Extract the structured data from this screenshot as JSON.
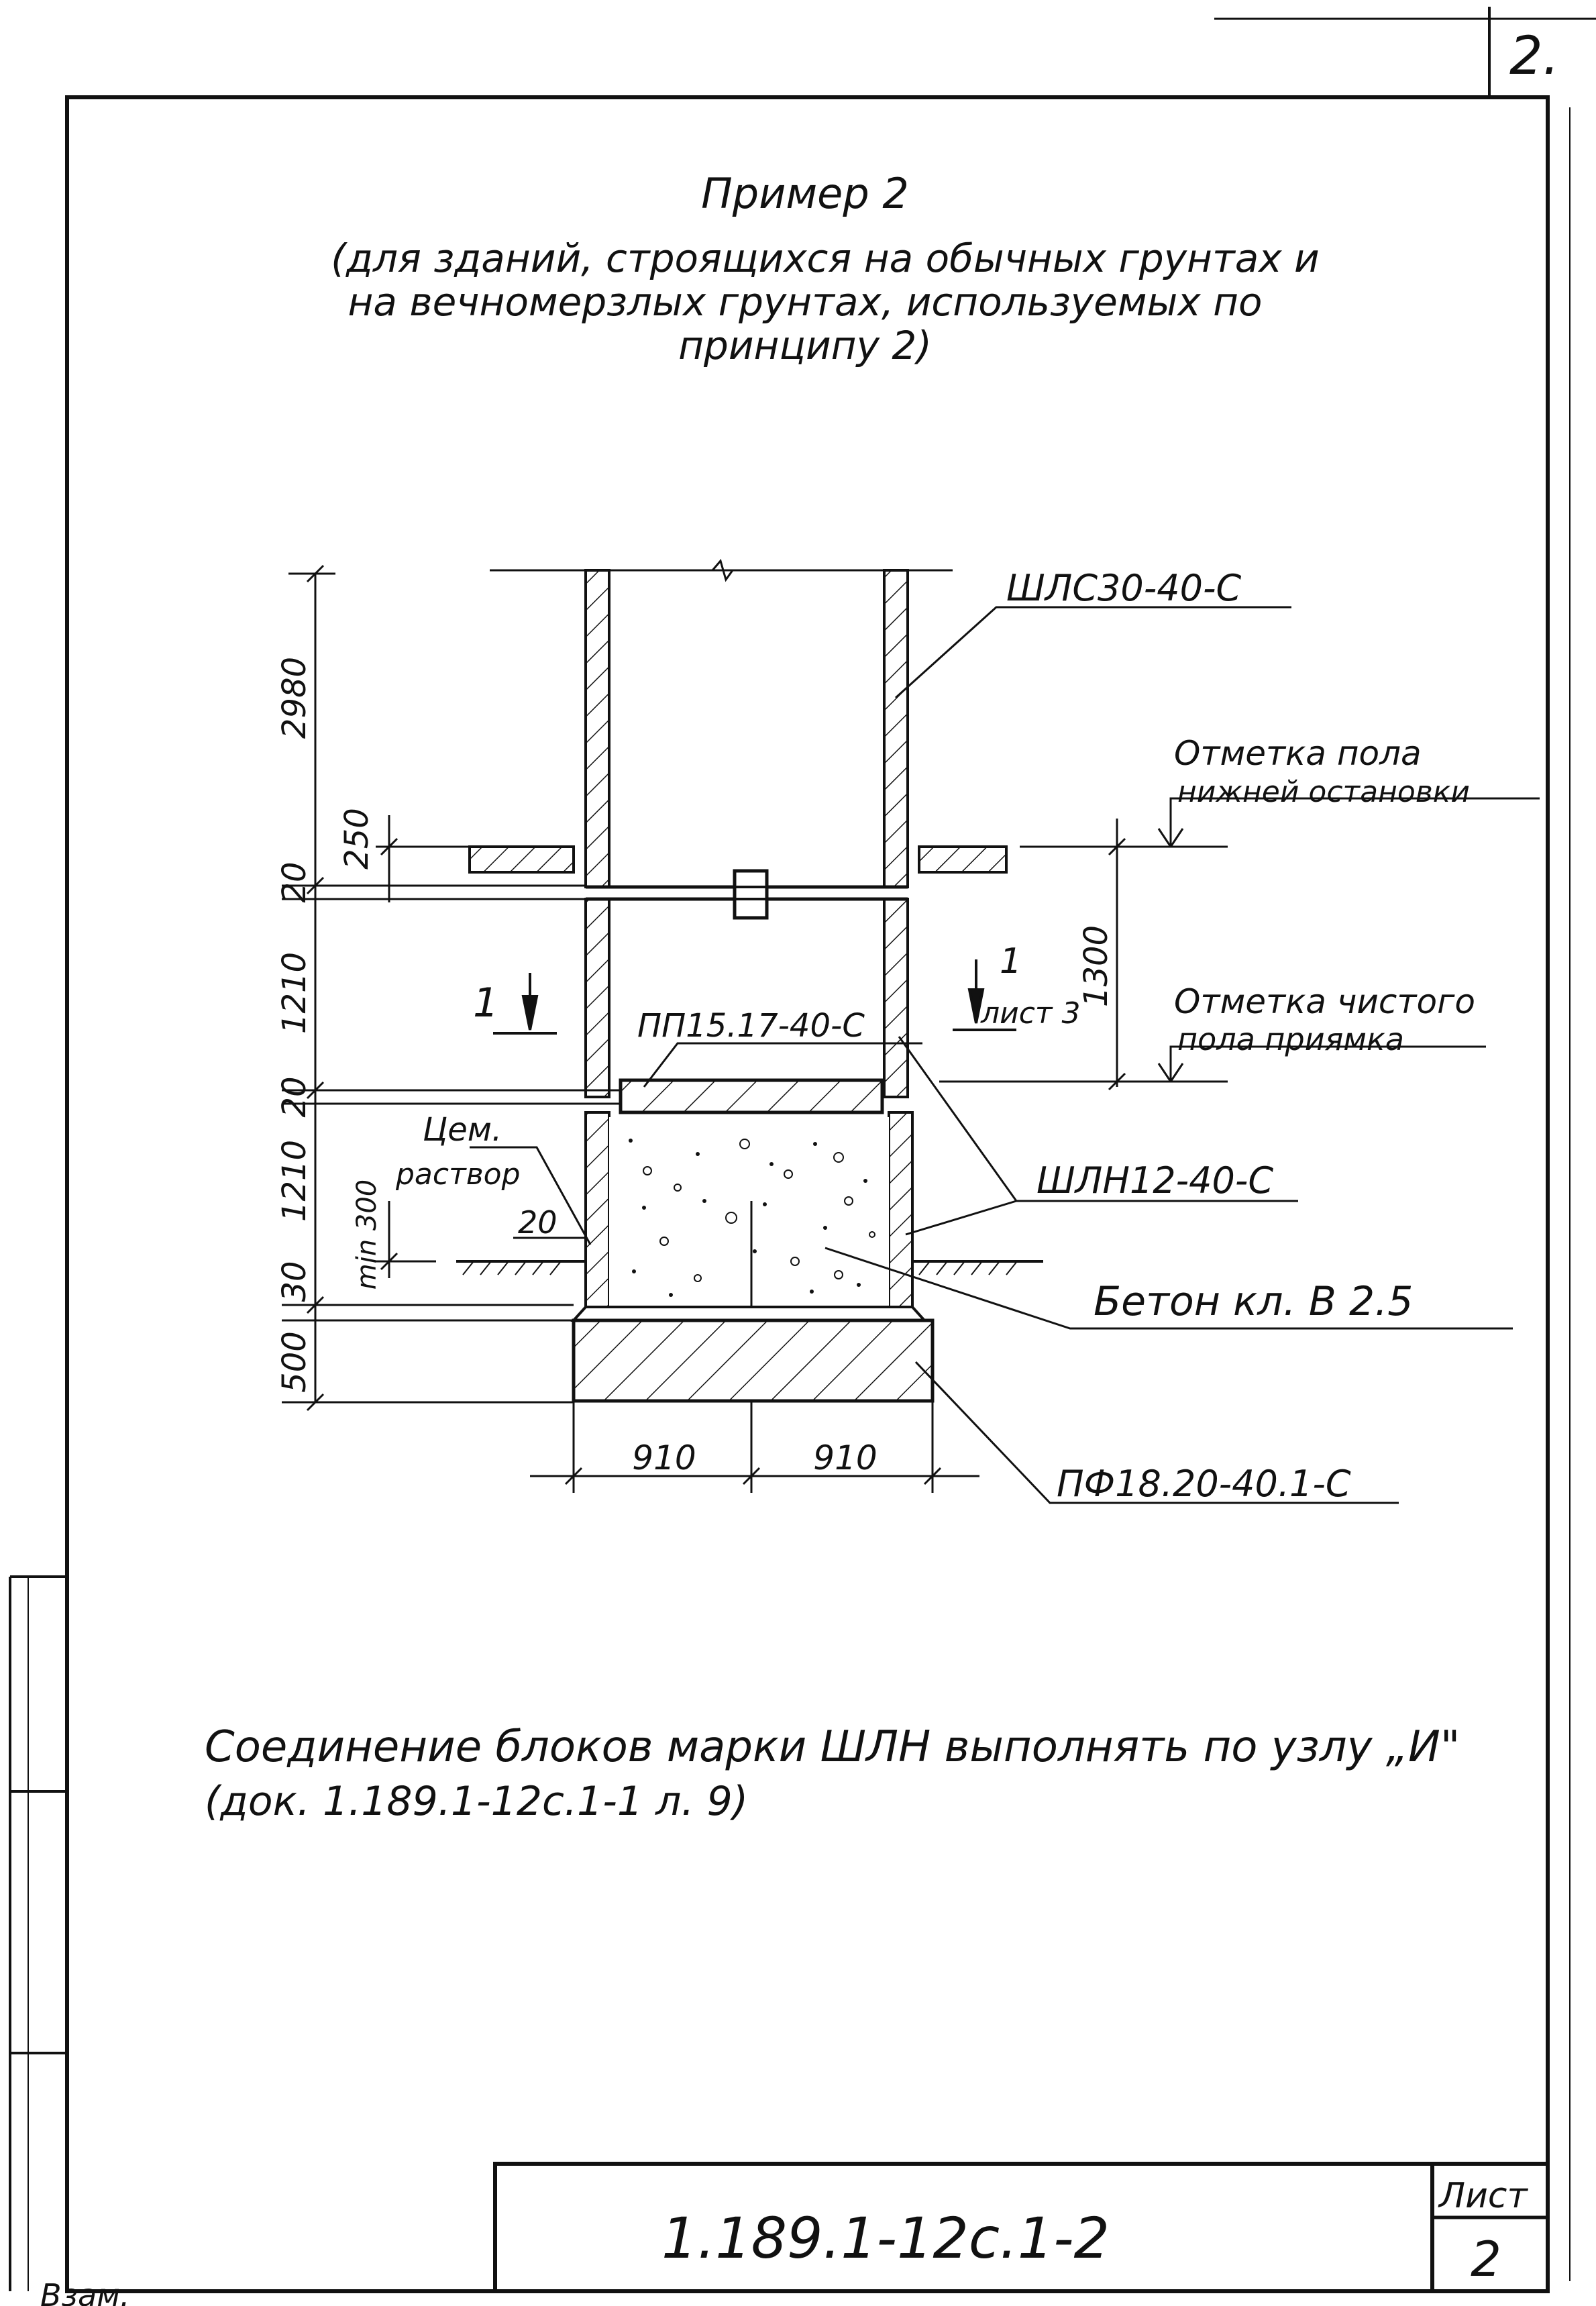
{
  "corner_sheet_fragment": "2.",
  "heading": {
    "title": "Пример 2",
    "line1": "(для зданий, строящихся на обычных грунтах и",
    "line2": "на вечномерзлых грунтах, используемых по",
    "line3": "принципу 2)"
  },
  "labels": {
    "shaft_block": "ШЛС30-40-С",
    "floor_stop_line1": "Отметка пола",
    "floor_stop_line2": "нижней остановки",
    "pit_floor_line1": "Отметка чистого",
    "pit_floor_line2": "пола приямка",
    "slab": "ПП15.17-40-С",
    "pit_block": "ШЛН12-40-С",
    "mortar_line1": "Цем.",
    "mortar_line2": "раствор",
    "concrete": "Бетон кл. В 2.5",
    "foundation": "ПФ18.20-40.1-С",
    "section_mark": "1",
    "section_sheet_line1": "1",
    "section_sheet_line2": "лист 3"
  },
  "dimensions": {
    "left": [
      "2980",
      "250",
      "20",
      "1210",
      "20",
      "1210",
      "min 300",
      "30",
      "500"
    ],
    "gap": "20",
    "right": "1300",
    "bottom_left": "910",
    "bottom_right": "910"
  },
  "note": {
    "line1": "Соединение блоков марки ШЛН выполнять по узлу „И\"",
    "line2": "(док. 1.189.1-12с.1-1 л. 9)"
  },
  "title_block": {
    "designation": "1.189.1-12с.1-2",
    "sheet_label": "Лист",
    "sheet_number": "2"
  },
  "bottom_fragment": "Взам."
}
